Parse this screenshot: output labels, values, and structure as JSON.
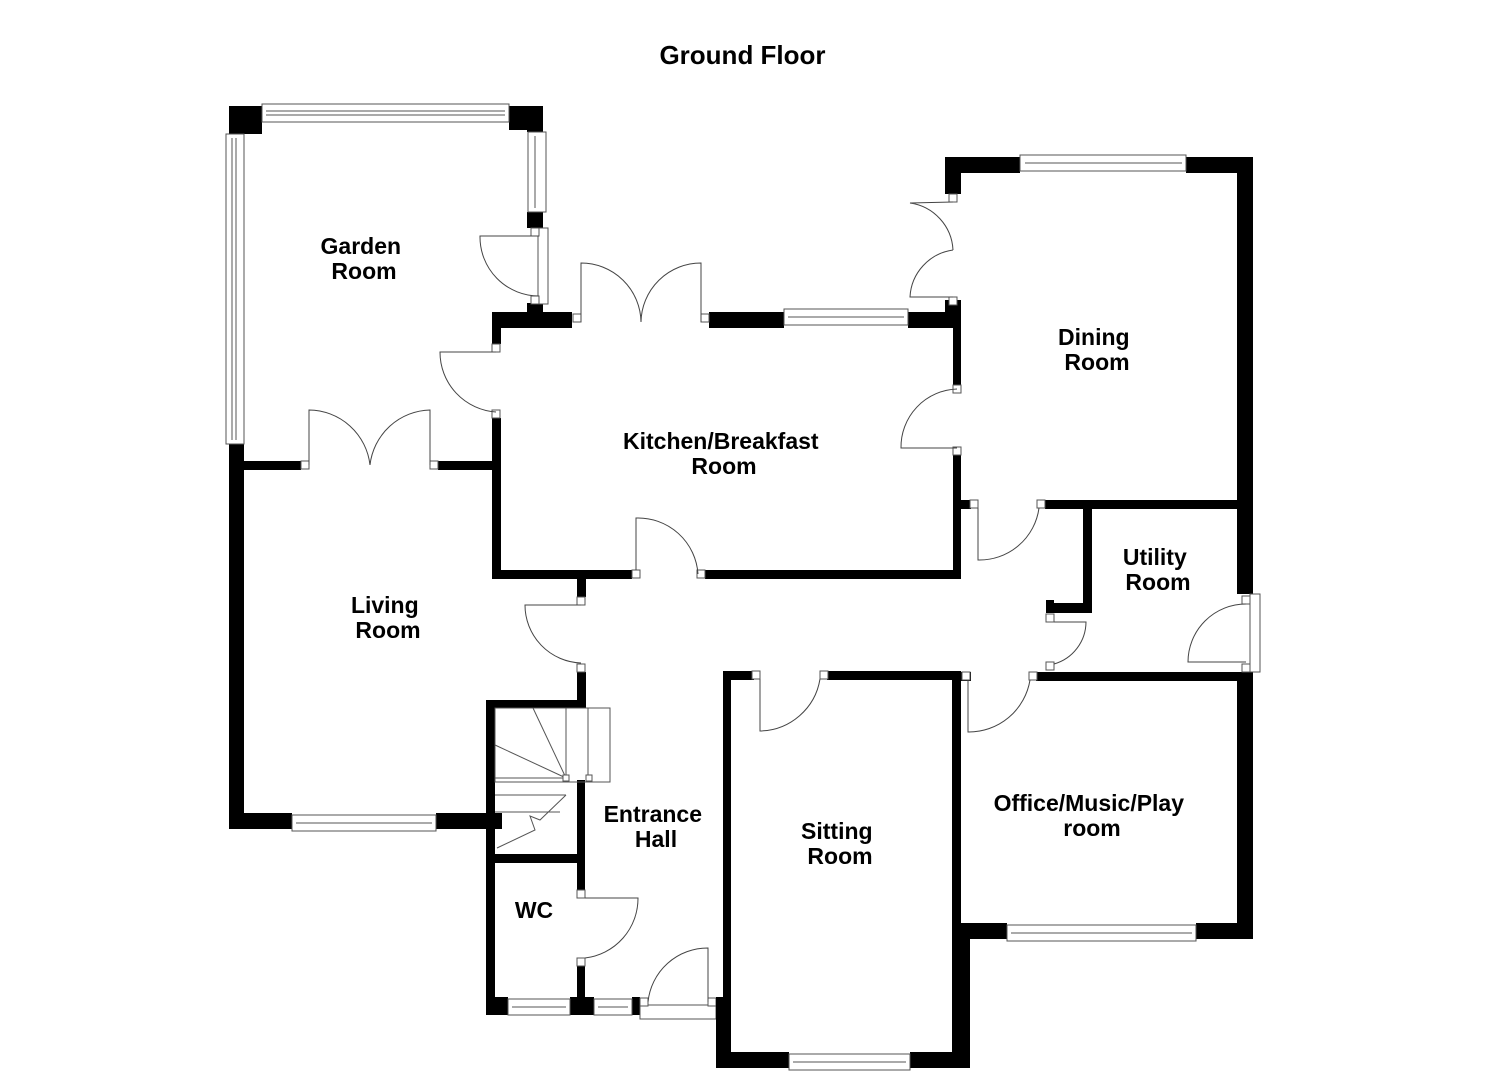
{
  "plan": {
    "title": "Ground Floor",
    "rooms": [
      {
        "id": "garden-room",
        "line1": "Garden",
        "line2": "Room"
      },
      {
        "id": "kitchen-breakfast-room",
        "line1": "Kitchen/Breakfast",
        "line2": "Room"
      },
      {
        "id": "dining-room",
        "line1": "Dining",
        "line2": "Room"
      },
      {
        "id": "living-room",
        "line1": "Living",
        "line2": "Room"
      },
      {
        "id": "utility-room",
        "line1": "Utility",
        "line2": "Room"
      },
      {
        "id": "entrance-hall",
        "line1": "Entrance",
        "line2": "Hall"
      },
      {
        "id": "sitting-room",
        "line1": "Sitting",
        "line2": "Room"
      },
      {
        "id": "office-music-playroom",
        "line1": "Office/Music/Play",
        "line2": "room"
      },
      {
        "id": "wc",
        "line1": "WC",
        "line2": ""
      }
    ],
    "colors": {
      "wall": "#000000",
      "background": "#ffffff",
      "fixture_line": "#555555"
    }
  }
}
